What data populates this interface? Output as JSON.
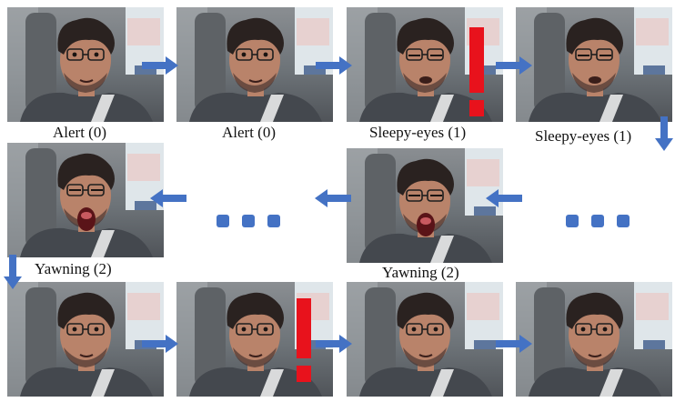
{
  "colors": {
    "arrow": "#4472c4",
    "alarm": "#e8121c",
    "skin": "#b9836a",
    "hair": "#2a2220",
    "shirt": "#44484e"
  },
  "frames": [
    {
      "id": "r1c1",
      "state": "alert",
      "caption": "Alert (0)"
    },
    {
      "id": "r1c2",
      "state": "alert",
      "caption": "Alert (0)"
    },
    {
      "id": "r1c3",
      "state": "sleepy",
      "caption": "Sleepy-eyes (1)"
    },
    {
      "id": "r1c4",
      "state": "sleepy",
      "caption": "Sleepy-eyes (1)"
    },
    {
      "id": "r2c1",
      "state": "yawn",
      "caption": "Yawning (2)"
    },
    {
      "id": "r2c3",
      "state": "yawn",
      "caption": "Yawning (2)"
    },
    {
      "id": "r3c1",
      "state": "alert",
      "caption": ""
    },
    {
      "id": "r3c2",
      "state": "alert",
      "caption": ""
    },
    {
      "id": "r3c3",
      "state": "alert",
      "caption": ""
    },
    {
      "id": "r3c4",
      "state": "alert",
      "caption": ""
    }
  ],
  "icons": {
    "arrow": "arrow-icon",
    "alarm": "exclamation-icon",
    "ellipsis": "ellipsis-icon"
  }
}
